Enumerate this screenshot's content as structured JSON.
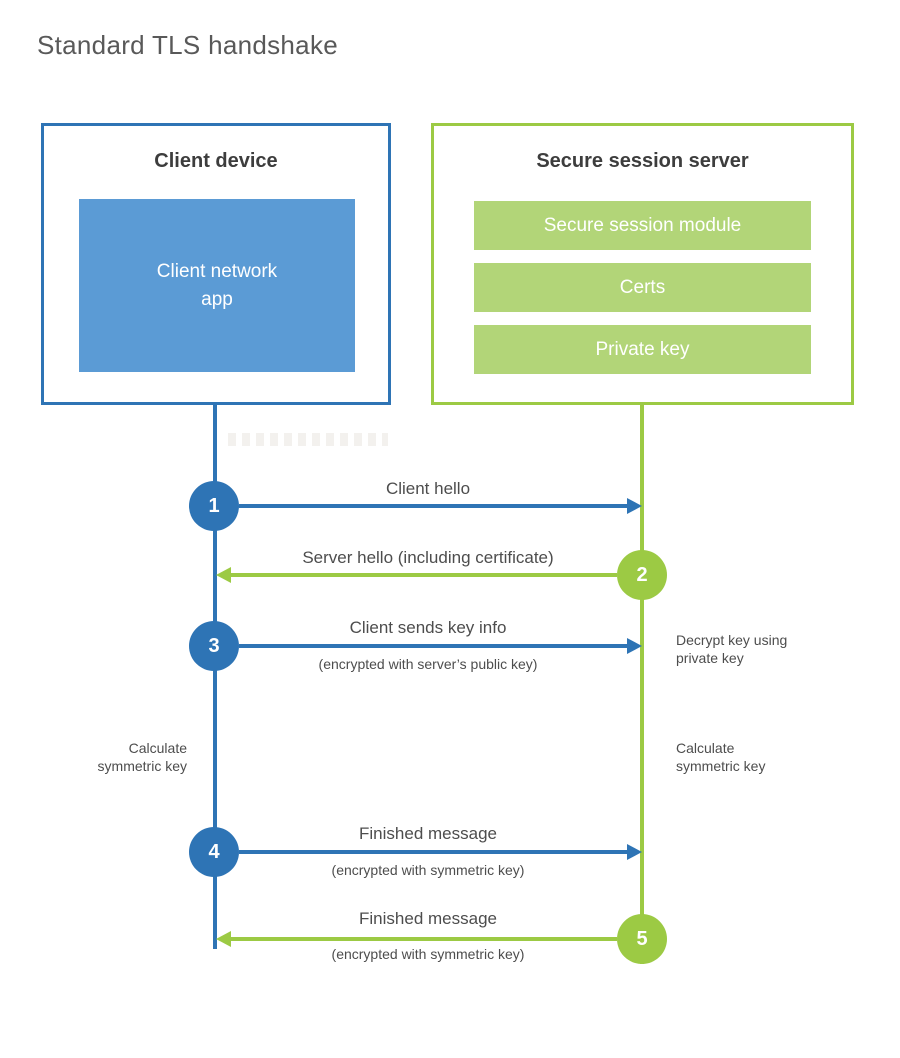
{
  "title": "Standard TLS handshake",
  "client": {
    "title": "Client device",
    "app_label": "Client network app"
  },
  "server": {
    "title": "Secure session server",
    "modules": [
      "Secure session module",
      "Certs",
      "Private key"
    ]
  },
  "steps": [
    {
      "num": "1",
      "label": "Client hello",
      "sub": "",
      "from": "client",
      "to": "server"
    },
    {
      "num": "2",
      "label": "Server hello (including certificate)",
      "sub": "",
      "from": "server",
      "to": "client"
    },
    {
      "num": "3",
      "label": "Client sends key info",
      "sub": "(encrypted with server’s public key)",
      "from": "client",
      "to": "server"
    },
    {
      "num": "4",
      "label": "Finished message",
      "sub": "(encrypted with symmetric key)",
      "from": "client",
      "to": "server"
    },
    {
      "num": "5",
      "label": "Finished message",
      "sub": "(encrypted with symmetric key)",
      "from": "server",
      "to": "client"
    }
  ],
  "annotations": {
    "decrypt_note": "Decrypt key using private key",
    "calc_left": "Calculate symmetric key",
    "calc_right": "Calculate symmetric key"
  },
  "colors": {
    "blue": "#2e74b5",
    "blue_fill": "#5b9bd5",
    "green": "#9cca44",
    "green_fill": "#b2d578"
  }
}
